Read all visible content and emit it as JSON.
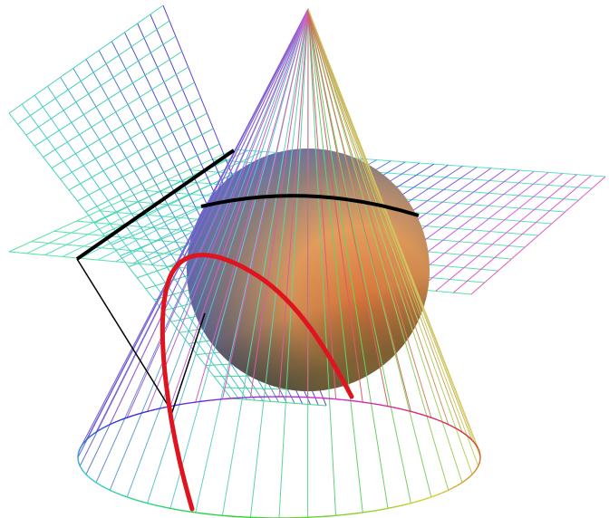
{
  "figure": {
    "description_kind": "dandelin-spheres-parabola",
    "background": "#ffffff",
    "elements": [
      {
        "id": "cone",
        "kind": "wireframe-cone",
        "rainbow": true
      },
      {
        "id": "horizontal-plane",
        "kind": "wireframe-plane",
        "rainbow": true
      },
      {
        "id": "tilted-plane",
        "kind": "wireframe-plane",
        "rainbow": true
      },
      {
        "id": "sphere",
        "kind": "shaded-sphere",
        "colors": [
          "#5a7ee6",
          "#f0a050",
          "#e86040",
          "#3a5a30"
        ]
      },
      {
        "id": "contact-circle",
        "kind": "curve",
        "color": "#000000"
      },
      {
        "id": "directrix",
        "kind": "line",
        "color": "#000000"
      },
      {
        "id": "parabola",
        "kind": "curve",
        "color": "#e0141e"
      }
    ]
  }
}
